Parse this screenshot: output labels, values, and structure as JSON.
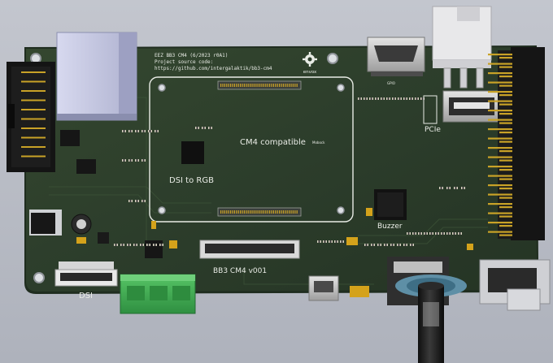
{
  "board": {
    "header_line1": "EEZ BB3 CM4 (6/2023 r0A1)",
    "header_line2": "Project source code:",
    "header_line3": "https://github.com/intergalaktik/bb3-cm4",
    "logo_text": "envox",
    "cm4_label": "CM4 compatible",
    "cm4_small": "Mobock",
    "dsi_rgb_label": "DSI to RGB",
    "buzzer_label": "Buzzer",
    "pcie_label": "PCIe",
    "dsi_label": "DSI",
    "version_label": "BB3 CM4 v001",
    "gpio_label": "GPIO"
  },
  "colors": {
    "background": "#b9bdc6",
    "pcb": "#2c3d2b",
    "pcb_edge": "#1f2d1f",
    "silkscreen": "#e9ece6",
    "ethernet": "#c9cbe6",
    "terminal_block": "#3fae52",
    "header": "#171717",
    "gold": "#c9a227"
  }
}
